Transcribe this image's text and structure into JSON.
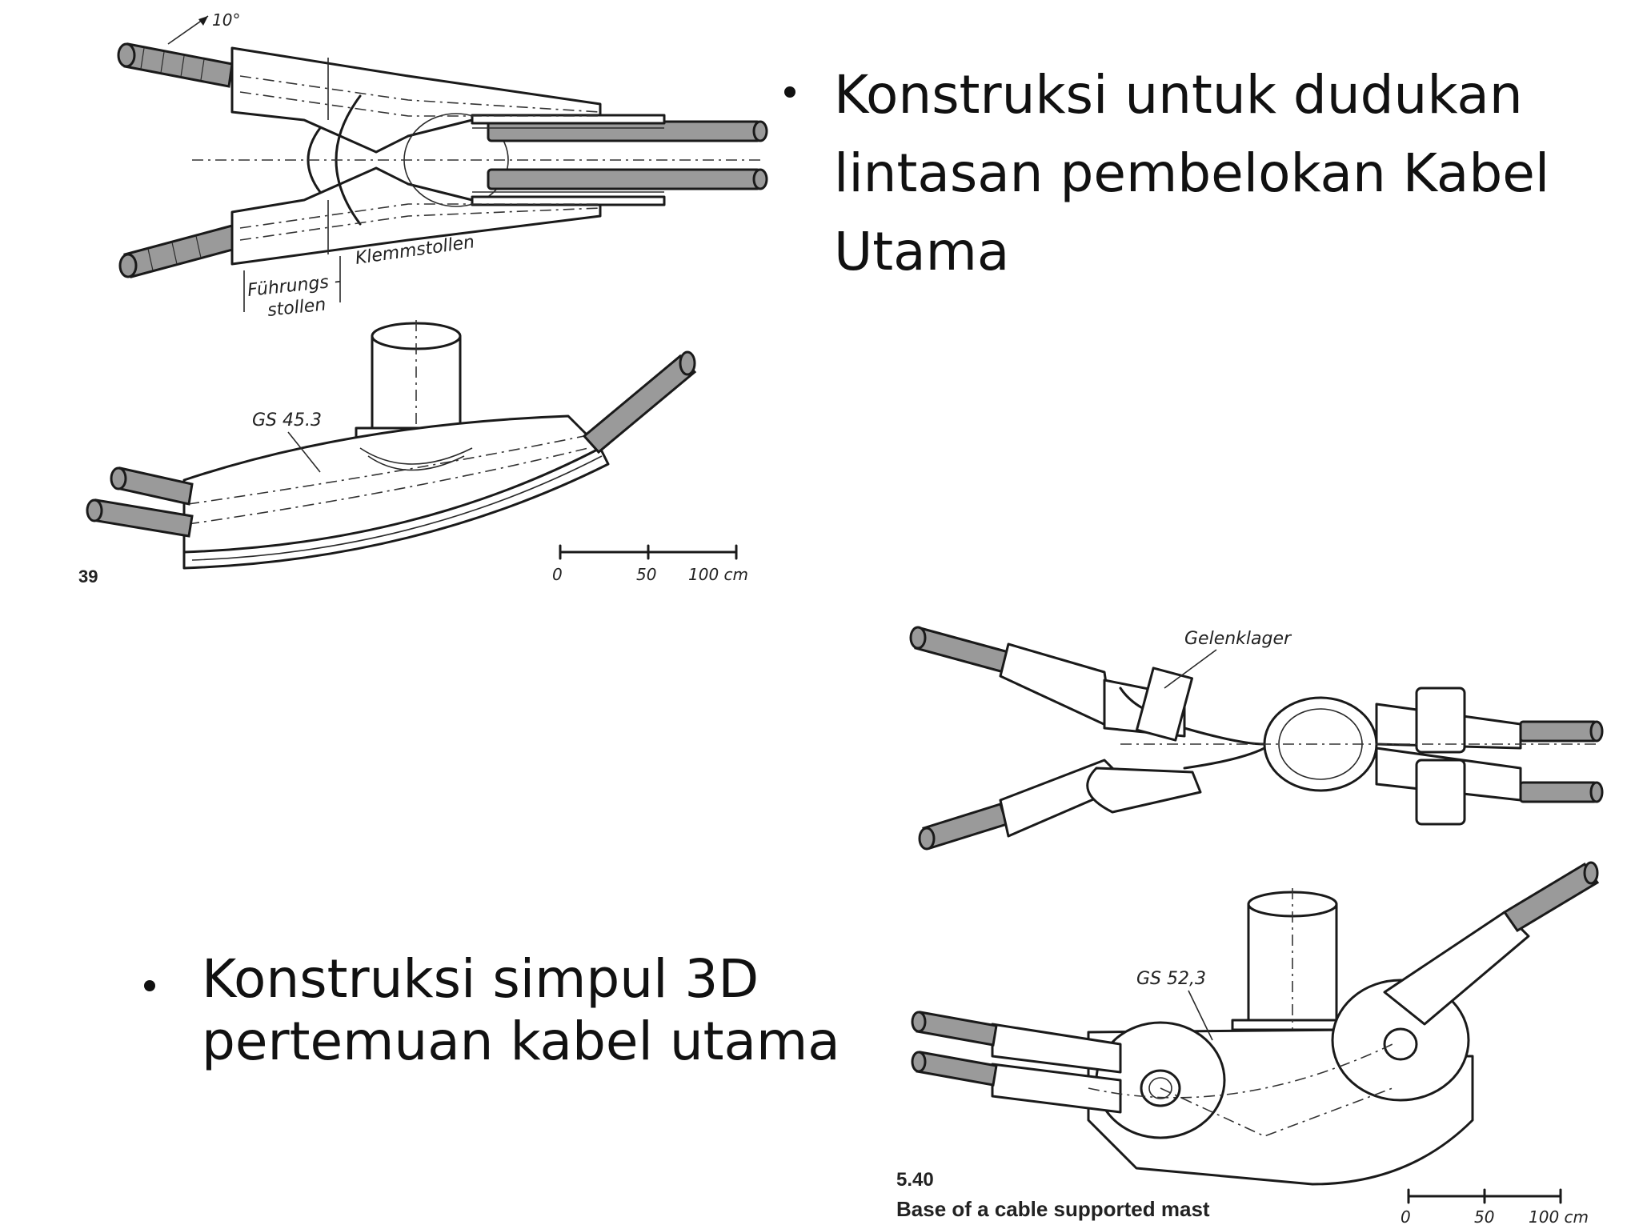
{
  "bullets": [
    {
      "text": "Konstruksi untuk dudukan\nlintasan pembelokan Kabel\nUtama"
    },
    {
      "text": "Konstruksi simpul 3D\npertemuan kabel utama"
    }
  ],
  "figure_top": {
    "angle_label": "10°",
    "label_fuhrung_1": "Führungs -",
    "label_fuhrung_2": "stollen",
    "label_klemm": "Klemmstollen",
    "material_label": "GS 45.3",
    "figure_number": "39",
    "scale": {
      "t0": "0",
      "t1": "50",
      "t2": "100 cm"
    }
  },
  "figure_bottom": {
    "label_gelenk": "Gelenklager",
    "material_label": "GS 52,3",
    "figure_number": "5.40",
    "caption": "Base of a cable supported mast",
    "scale": {
      "t0": "0",
      "t1": "50",
      "t2": "100 cm"
    }
  },
  "colors": {
    "ink": "#1a1a1a",
    "cable": "#9a9a9a",
    "background": "#ffffff"
  }
}
